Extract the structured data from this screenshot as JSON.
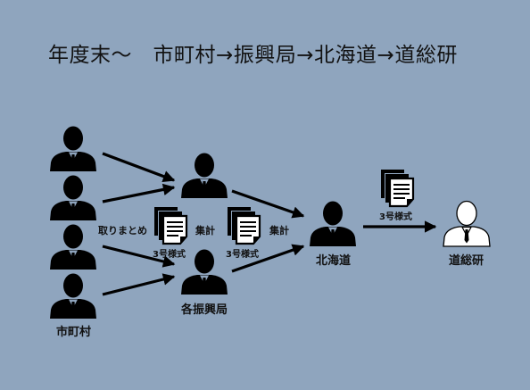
{
  "title": "年度末〜　市町村→振興局→北海道→道総研",
  "labels": {
    "municipalities": "市町村",
    "bureaus": "各振興局",
    "hokkaido": "北海道",
    "institute": "道総研",
    "collect": "取りまとめ",
    "tally1": "集計",
    "tally2": "集計",
    "form1": "3号様式",
    "form2": "3号様式",
    "form3": "3号様式"
  },
  "colors": {
    "background": "#8fa5be",
    "person": "#000000",
    "highlight_person": "#ffffff"
  }
}
